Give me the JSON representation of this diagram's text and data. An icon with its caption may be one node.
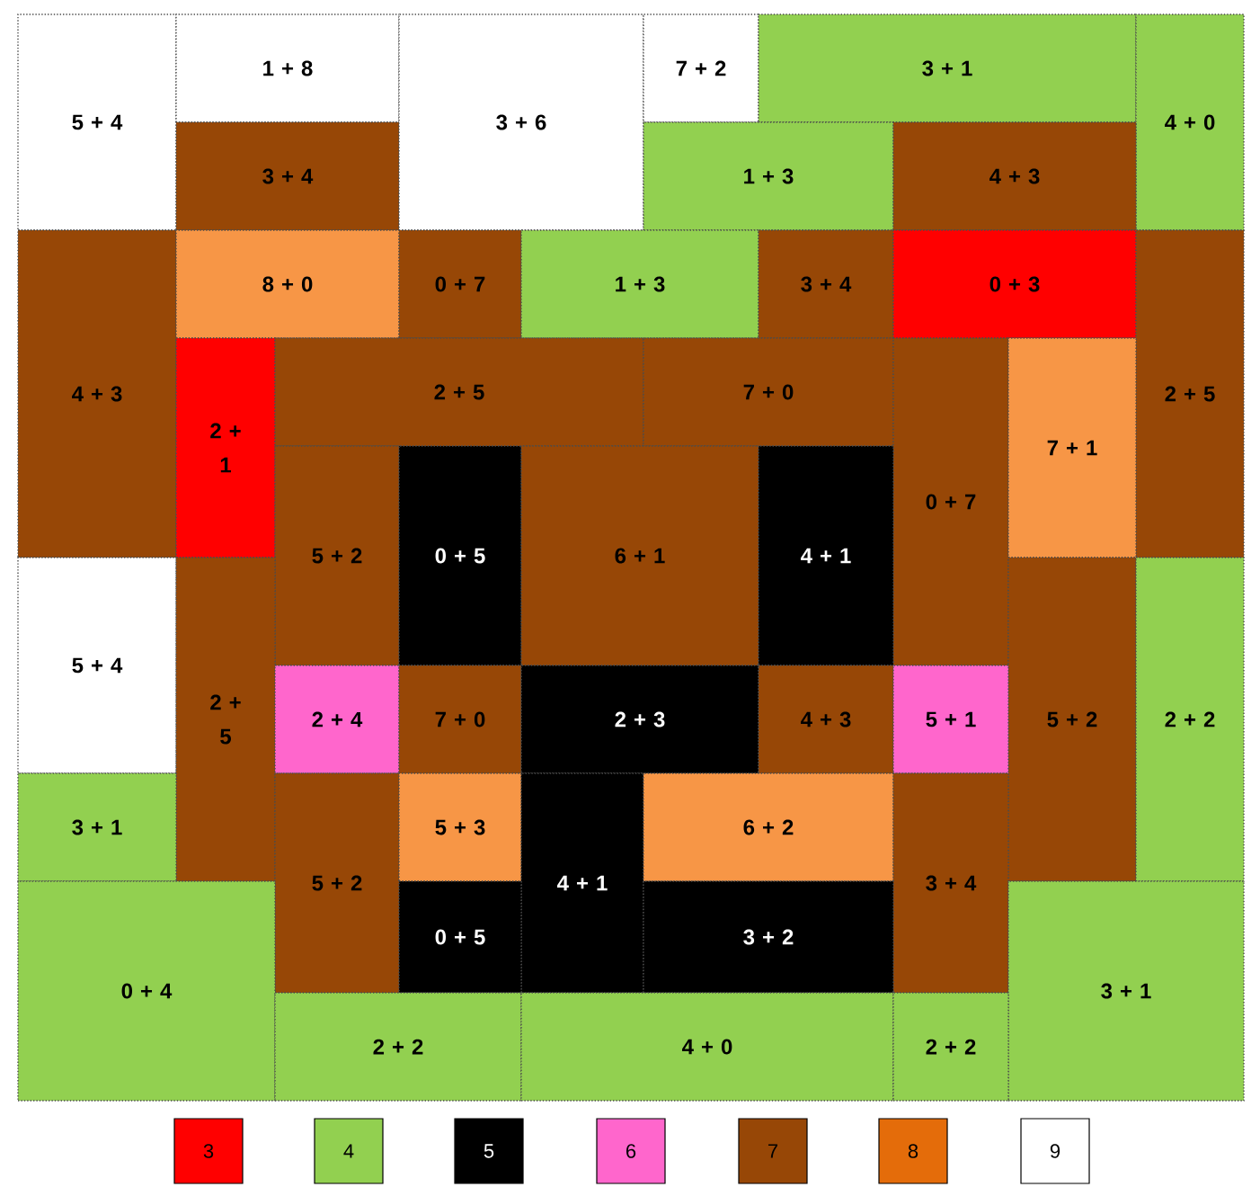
{
  "diagram": {
    "nodes": [
      {
        "text": [
          "5 + 4"
        ]
      },
      {
        "text": [
          "1 + 8"
        ]
      },
      {
        "text": [
          "3 + 4"
        ]
      },
      {
        "text": [
          "3 + 6"
        ]
      },
      {
        "text": [
          "7 + 2"
        ]
      },
      {
        "text": [
          "3 + 1"
        ]
      },
      {
        "text": [
          "4 + 0"
        ]
      },
      {
        "text": [
          "1 + 3"
        ]
      },
      {
        "text": [
          "4 + 3"
        ]
      },
      {
        "text": [
          "4 + 3"
        ]
      },
      {
        "text": [
          "8 + 0"
        ]
      },
      {
        "text": [
          "0 + 7"
        ]
      },
      {
        "text": [
          "1 + 3"
        ]
      },
      {
        "text": [
          "3 + 4"
        ]
      },
      {
        "text": [
          "0 + 3"
        ]
      },
      {
        "text": [
          "2 + 5"
        ]
      },
      {
        "text": [
          "2 + 1"
        ]
      },
      {
        "text": [
          "2 + 5"
        ]
      },
      {
        "text": [
          "7 + 0"
        ]
      },
      {
        "text": [
          "0 + 7"
        ]
      },
      {
        "text": [
          "7 + 1"
        ]
      },
      {
        "text": [
          "5 + 2"
        ]
      },
      {
        "text": [
          "0 + 5"
        ]
      },
      {
        "text": [
          "6 + 1"
        ]
      },
      {
        "text": [
          "4 + 1"
        ]
      },
      {
        "text": [
          "5 + 4"
        ]
      },
      {
        "text": [
          "2 + 5"
        ]
      },
      {
        "text": [
          "5 + 2"
        ]
      },
      {
        "text": [
          "2 + 2"
        ]
      },
      {
        "text": [
          "2 + 4"
        ]
      },
      {
        "text": [
          "7 + 0"
        ]
      },
      {
        "text": [
          "2 + 3"
        ]
      },
      {
        "text": [
          "4 + 3"
        ]
      },
      {
        "text": [
          "5 + 1"
        ]
      },
      {
        "text": [
          "3 + 1"
        ]
      },
      {
        "text": [
          "5 + 2"
        ]
      },
      {
        "text": [
          "5 + 3"
        ]
      },
      {
        "text": [
          "4 + 1"
        ]
      },
      {
        "text": [
          "6 + 2"
        ]
      },
      {
        "text": [
          "3 + 4"
        ]
      },
      {
        "text": [
          "0 + 4"
        ]
      },
      {
        "text": [
          "0 + 5"
        ]
      },
      {
        "text": [
          "3 + 2"
        ]
      },
      {
        "text": [
          "3 + 1"
        ]
      },
      {
        "text": [
          "2 + 2"
        ]
      },
      {
        "text": [
          "4 + 0"
        ]
      },
      {
        "text": [
          "2 + 2"
        ]
      }
    ],
    "legend": [
      {
        "text": "3",
        "color": "#ff0000"
      },
      {
        "text": "4",
        "color": "#92d050"
      },
      {
        "text": "5",
        "color": "#000000"
      },
      {
        "text": "6",
        "color": "#ff66cc"
      },
      {
        "text": "7",
        "color": "#974706"
      },
      {
        "text": "8",
        "color": "#e46c0a"
      },
      {
        "text": "9"
      }
    ]
  }
}
